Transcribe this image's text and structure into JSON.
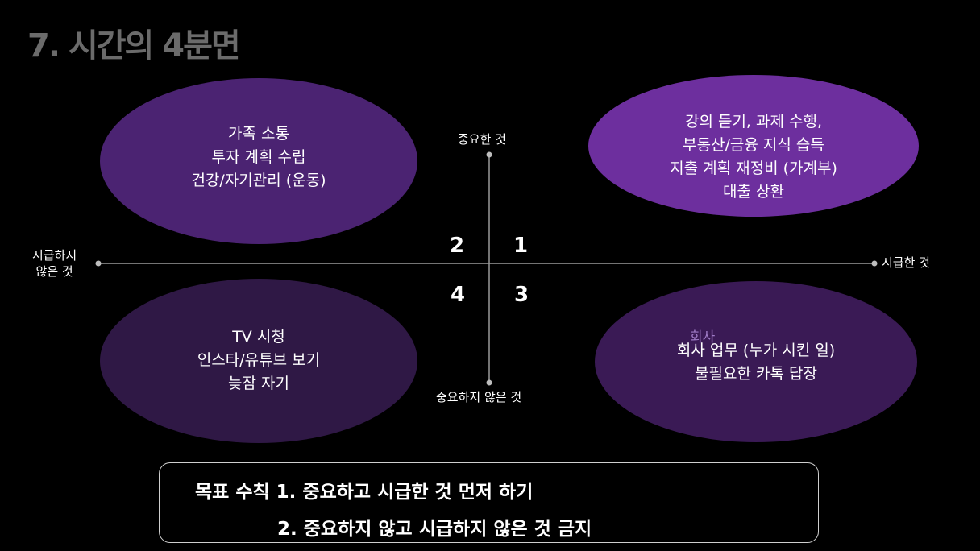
{
  "title": "7. 시간의 4분면",
  "axes": {
    "top": "중요한 것",
    "bottom": "중요하지 않은 것",
    "left_line1": "시급하지",
    "left_line2": "않은 것",
    "right": "시급한 것"
  },
  "quadrant_numbers": {
    "q1": "1",
    "q2": "2",
    "q3": "3",
    "q4": "4"
  },
  "quadrants": {
    "q2": {
      "lines": [
        "가족 소통",
        "투자 계획 수립",
        "건강/자기관리 (운동)"
      ]
    },
    "q1": {
      "lines": [
        "강의 듣기, 과제 수행,",
        "부동산/금융 지식 습득",
        "지출 계획 재정비 (가계부)",
        "대출 상환"
      ]
    },
    "q4": {
      "lines": [
        "TV 시청",
        "인스타/유튜브 보기",
        "늦잠 자기"
      ]
    },
    "q3": {
      "overlay": "회사",
      "lines": [
        "회사 업무 (누가 시킨 일)",
        "불필요한 카톡 답장"
      ]
    }
  },
  "goals": {
    "line1": "목표 수칙 1. 중요하고 시급한 것 먼저 하기",
    "line2": "2. 중요하지 않고 시급하지 않은 것 금지"
  },
  "colors": {
    "background": "#000000",
    "title": "#6b6b6b",
    "q1": "#6d2f9e",
    "q2": "#4b2372",
    "q3": "#3a1a55",
    "q4": "#2f1845",
    "axis": "#9a9a9a"
  }
}
